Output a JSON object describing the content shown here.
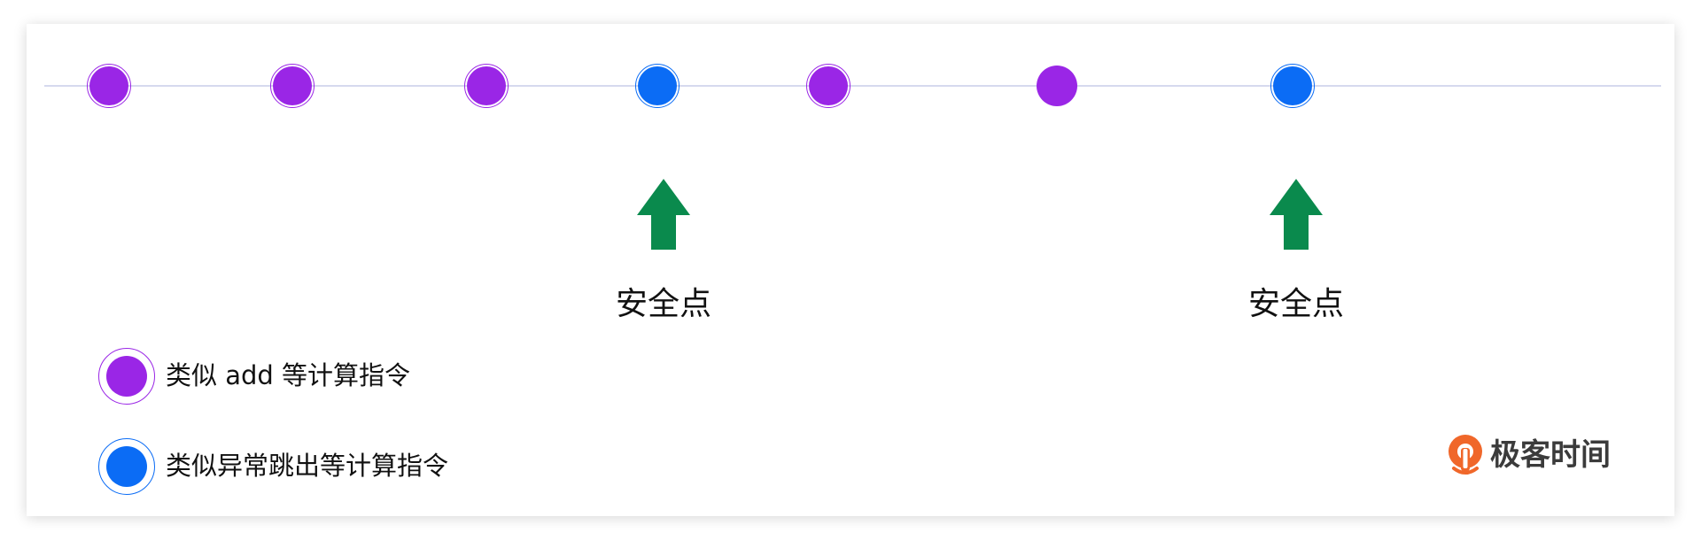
{
  "colors": {
    "compute": "#9a26e6",
    "exception": "#0b6cf5",
    "arrow": "#0a8a4d",
    "line": "#d6d9ee"
  },
  "timeline": {
    "nodes": [
      {
        "kind": "compute",
        "style": "ring"
      },
      {
        "kind": "compute",
        "style": "ring"
      },
      {
        "kind": "compute",
        "style": "ring"
      },
      {
        "kind": "exception",
        "style": "ring"
      },
      {
        "kind": "compute",
        "style": "ring"
      },
      {
        "kind": "compute",
        "style": "solid"
      },
      {
        "kind": "exception",
        "style": "ring"
      }
    ]
  },
  "safepoints": [
    {
      "label": "安全点"
    },
    {
      "label": "安全点"
    }
  ],
  "legend": {
    "compute_label": "类似 add 等计算指令",
    "exception_label": "类似异常跳出等计算指令"
  },
  "brand": {
    "icon": "geektime-logo-icon",
    "name": "极客时间"
  }
}
